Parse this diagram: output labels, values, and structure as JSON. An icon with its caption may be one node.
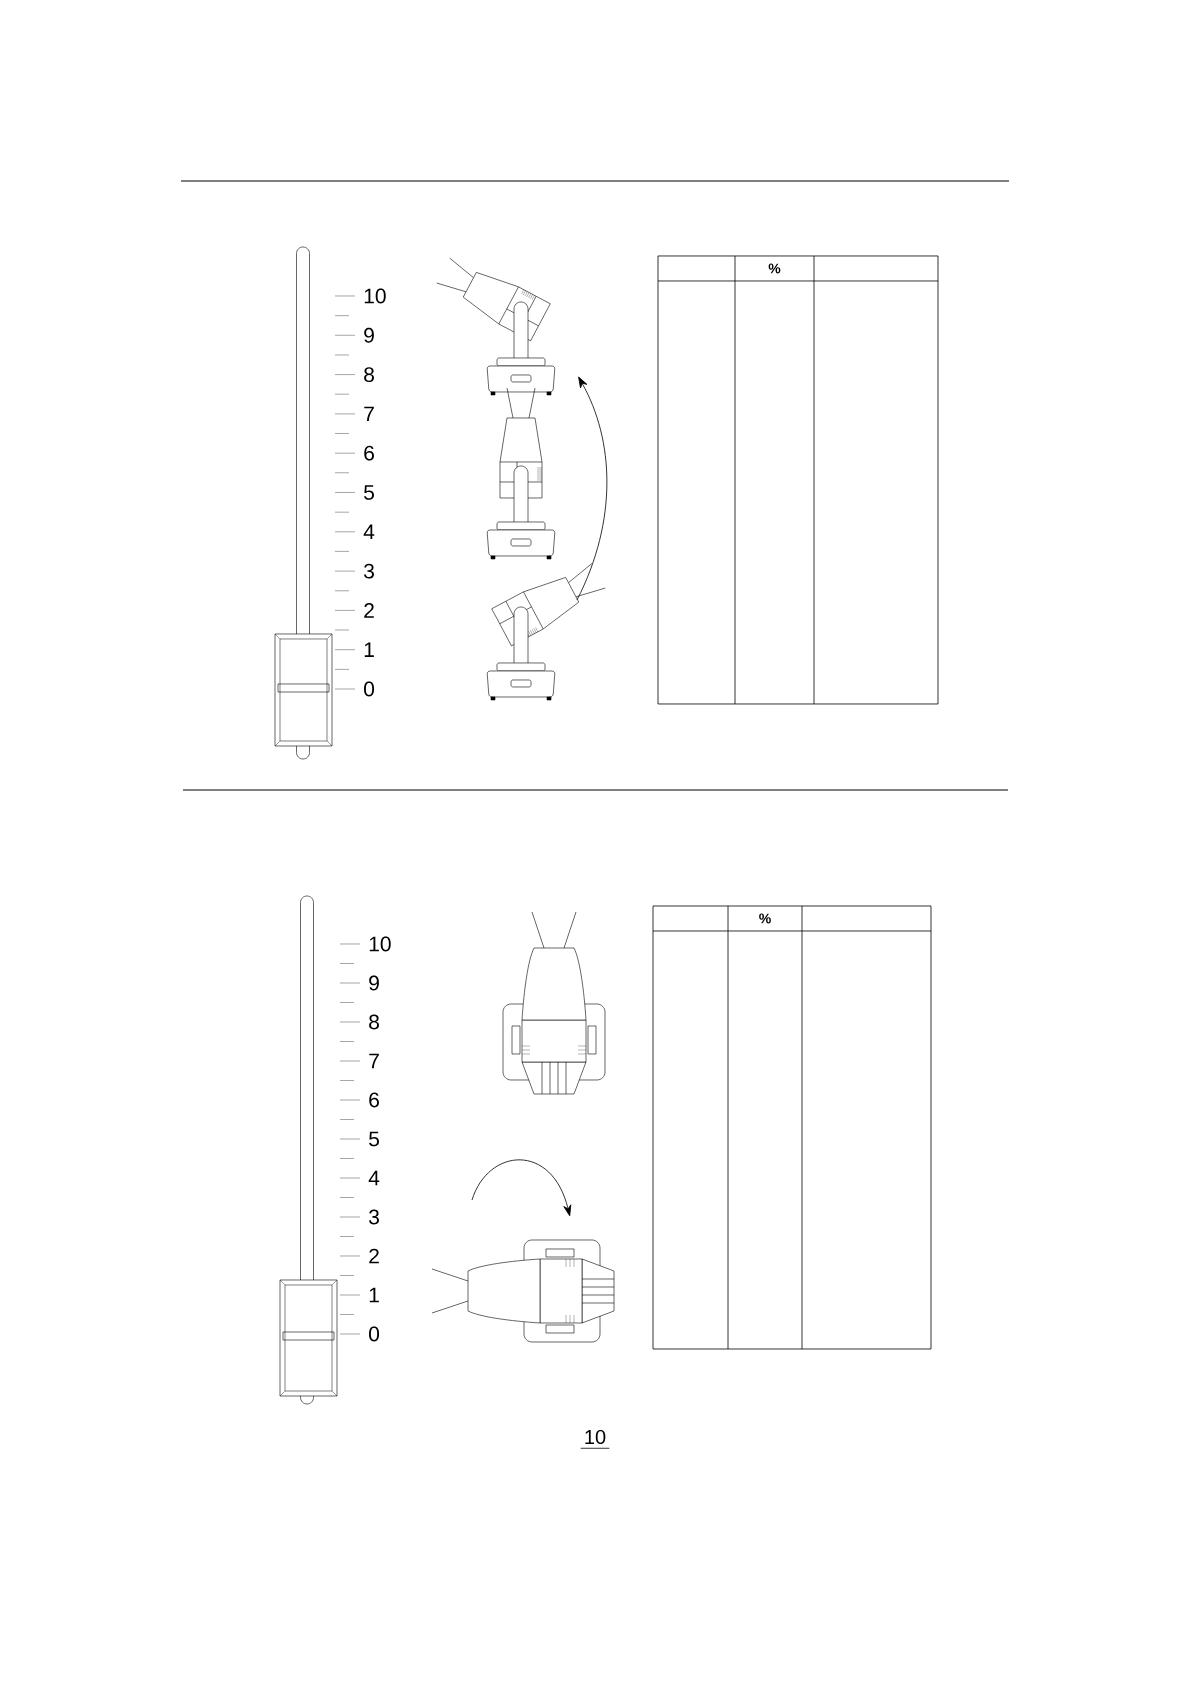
{
  "diagram": {
    "labels": [
      "10",
      "9",
      "8",
      "7",
      "6",
      "5",
      "4",
      "3",
      "2",
      "1",
      "0",
      "%",
      "10",
      "9",
      "8",
      "7",
      "6",
      "5",
      "4",
      "3",
      "2",
      "1",
      "0",
      "%",
      "10"
    ]
  }
}
